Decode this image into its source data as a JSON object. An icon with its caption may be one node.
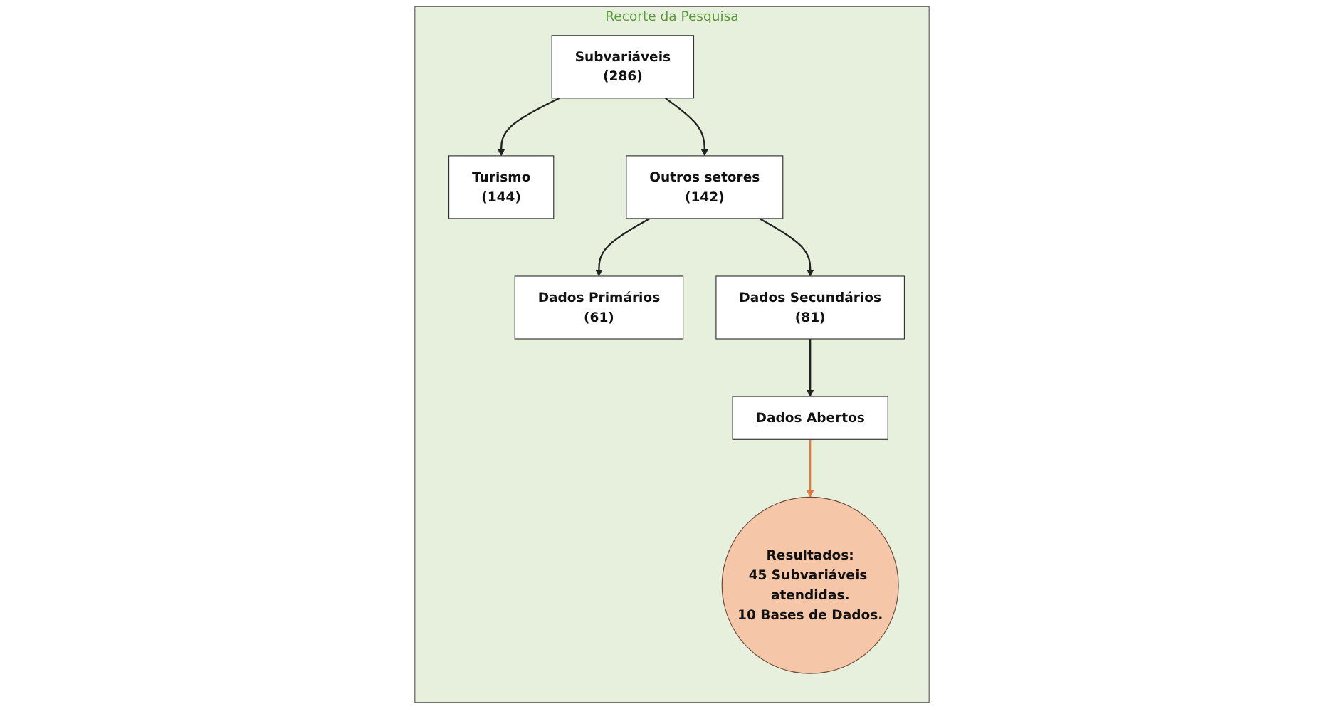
{
  "diagram": {
    "nodes": [
      {
        "text": [
          "Recorte da Pesquisa"
        ]
      },
      {
        "text": [
          "Subvariáveis",
          "(286)"
        ],
        "in": 0
      },
      {
        "text": [
          "Turismo",
          "(144)"
        ],
        "in": 0
      },
      {
        "text": [
          "Outros setores",
          "(142)"
        ],
        "in": 0
      },
      {
        "text": [
          "Dados Primários",
          "(61)"
        ],
        "in": 0
      },
      {
        "text": [
          "Dados Secundários",
          "(81)"
        ],
        "in": 0
      },
      {
        "text": [
          "Dados Abertos"
        ],
        "in": 0
      },
      {
        "text": [
          "Resultados:",
          "45 Subvariáveis atendidas.",
          "10 Bases de Dados."
        ],
        "in": 0
      }
    ],
    "edges": [
      {
        "from": 1,
        "to": 2,
        "arrow": "to"
      },
      {
        "from": 1,
        "to": 3,
        "arrow": "to"
      },
      {
        "from": 3,
        "to": 4,
        "arrow": "to"
      },
      {
        "from": 3,
        "to": 5,
        "arrow": "to"
      },
      {
        "from": 5,
        "to": 6,
        "arrow": "to"
      },
      {
        "from": 6,
        "to": 7,
        "arrow": "to",
        "color": "#e07b39"
      }
    ]
  }
}
